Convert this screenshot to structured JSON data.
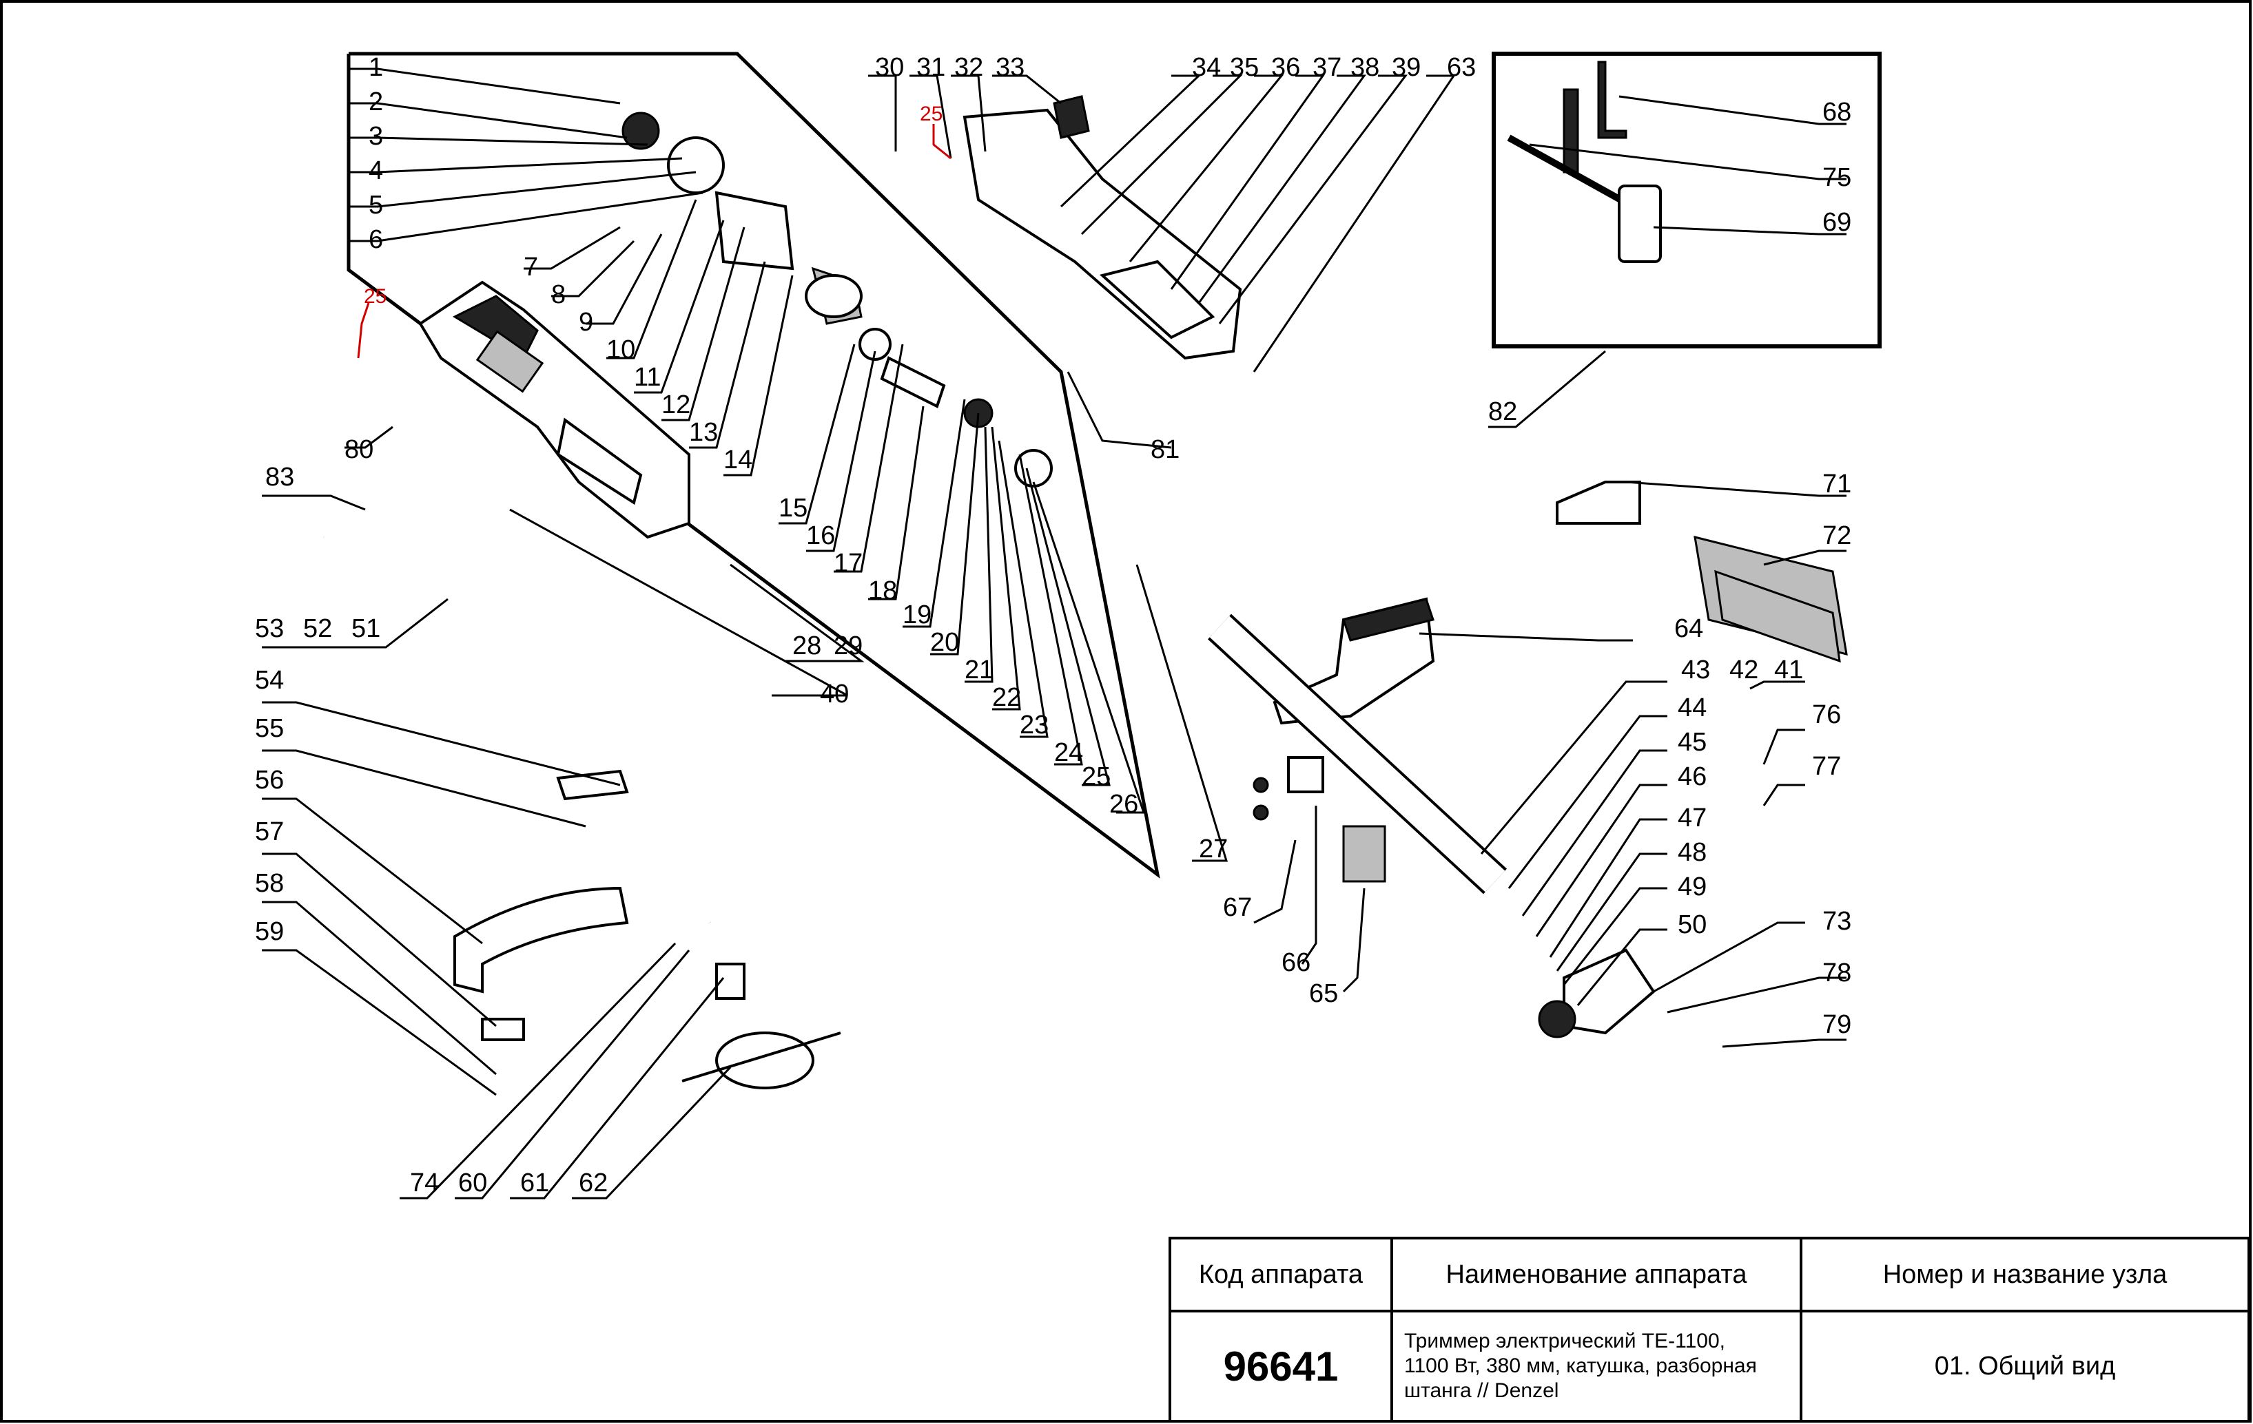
{
  "title_block": {
    "headers": [
      "Код аппарата",
      "Наименование аппарата",
      "Номер и название узла"
    ],
    "code": "96641",
    "name_lines": [
      "Триммер электрический TE-1100,",
      "1100 Вт, 380 мм, катушка, разборная",
      "штанга // Denzel"
    ],
    "unit": "01. Общий вид"
  },
  "callouts": [
    "1",
    "2",
    "3",
    "4",
    "5",
    "6",
    "7",
    "8",
    "9",
    "10",
    "11",
    "12",
    "13",
    "14",
    "15",
    "16",
    "17",
    "18",
    "19",
    "20",
    "21",
    "22",
    "23",
    "24",
    "25",
    "26",
    "27",
    "28",
    "29",
    "30",
    "31",
    "32",
    "33",
    "34",
    "35",
    "36",
    "37",
    "38",
    "39",
    "40",
    "41",
    "42",
    "43",
    "44",
    "45",
    "46",
    "47",
    "48",
    "49",
    "50",
    "51",
    "52",
    "53",
    "54",
    "55",
    "56",
    "57",
    "58",
    "59",
    "60",
    "61",
    "62",
    "63",
    "64",
    "65",
    "66",
    "67",
    "68",
    "69",
    "71",
    "72",
    "73",
    "74",
    "75",
    "76",
    "77",
    "78",
    "79",
    "80",
    "81",
    "82",
    "83"
  ],
  "red_callouts": [
    "25",
    "25"
  ],
  "colors": {
    "line": "#000000",
    "highlight": "#d40000",
    "background": "#ffffff"
  }
}
